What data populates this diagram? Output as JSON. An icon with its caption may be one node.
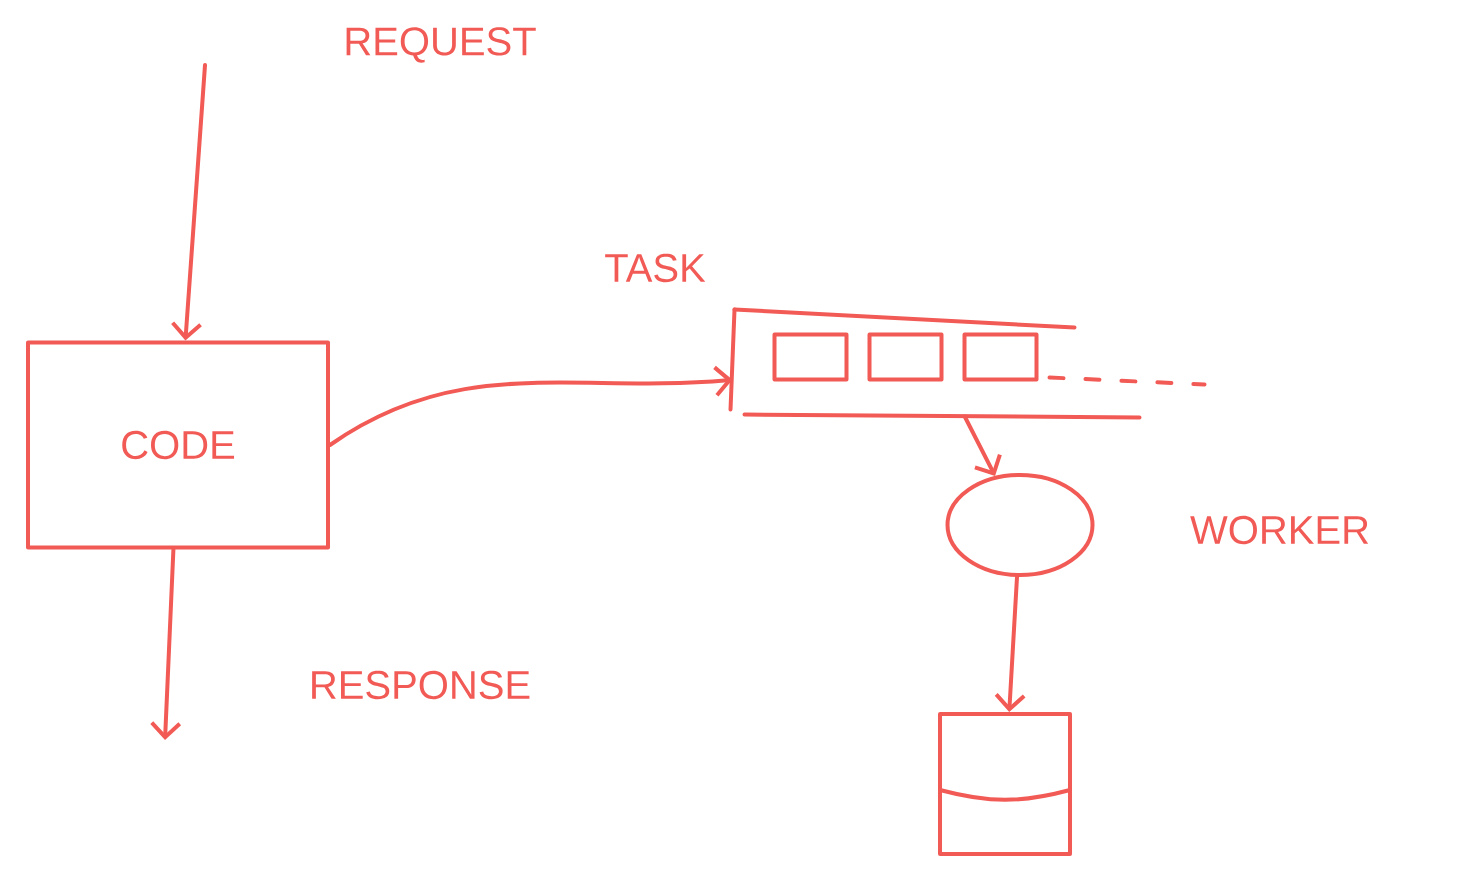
{
  "diagram": {
    "nodes": [
      {
        "text": [
          "CODE"
        ]
      },
      {
        "text": [],
        "shape": "box"
      },
      {
        "text": [],
        "shape": "circle",
        "beside": [
          "WORKER"
        ]
      },
      {
        "text": [],
        "shape": "cylinder"
      }
    ],
    "edges": [
      {
        "from": null,
        "to": 0,
        "arrow": "to",
        "label": "REQUEST"
      },
      {
        "from": 0,
        "to": null,
        "arrow": "to",
        "label": "RESPONSE"
      },
      {
        "from": 0,
        "to": 1,
        "arrow": "to",
        "label": "TASK"
      },
      {
        "from": 1,
        "to": 2,
        "arrow": "to"
      },
      {
        "from": 2,
        "to": 3,
        "arrow": "to"
      }
    ]
  }
}
